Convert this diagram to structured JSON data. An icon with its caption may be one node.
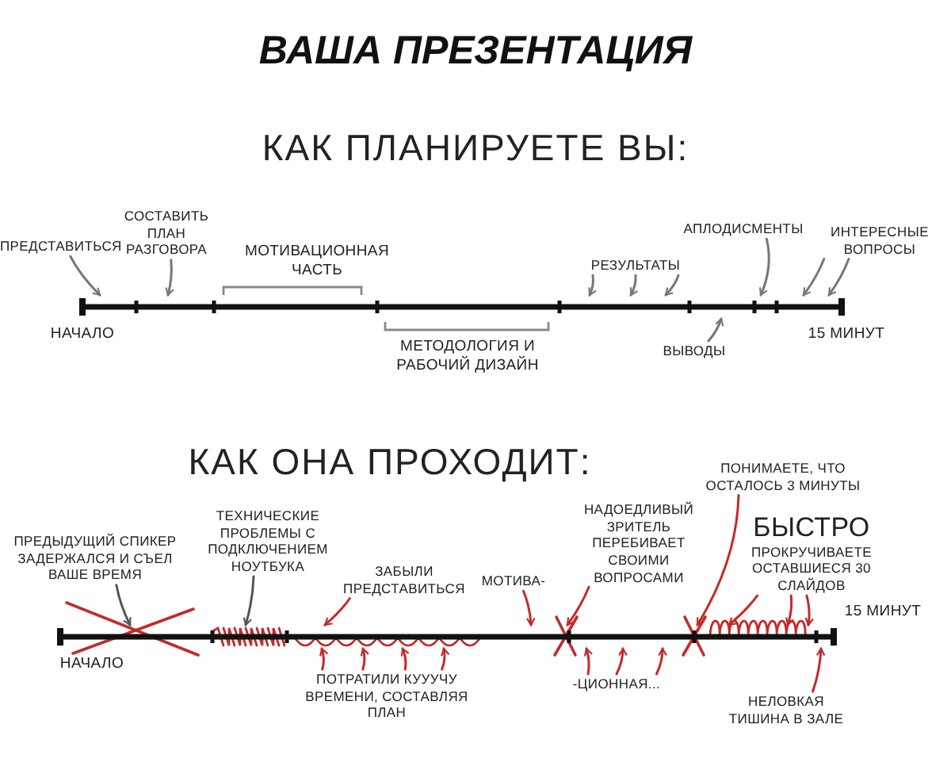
{
  "diagram": {
    "title": "ВАША ПРЕЗЕНТАЦИЯ",
    "nodes": [
      {
        "text": [],
        "shape": "bar"
      },
      {
        "text": [
          "ПРЕДСТАВИТЬСЯ"
        ]
      },
      {
        "text": [
          "СОСТАВИТЬ ПЛАН РАЗГОВОРА"
        ]
      },
      {
        "text": [
          "РЕЗУЛЬТАТЫ"
        ]
      },
      {
        "text": [
          "ВЫВОДЫ"
        ]
      },
      {
        "text": [
          "АПЛОДИСМЕНТЫ"
        ]
      },
      {
        "text": [
          "ИНТЕРЕСНЫЕ ВОПРОСЫ"
        ]
      },
      {
        "text": [],
        "shape": "bar"
      },
      {
        "text": [
          "ПРЕДЫДУЩИЙ СПИКЕР ЗАДЕРЖАЛСЯ И СЪЕЛ ВАШЕ ВРЕМЯ"
        ]
      },
      {
        "text": [
          "ТЕХНИЧЕСКИЕ ПРОБЛЕМЫ С ПОДКЛЮЧЕНИЕМ НОУТБУКА"
        ]
      },
      {
        "text": [
          "ЗАБЫЛИ ПРЕДСТАВИТЬСЯ"
        ]
      },
      {
        "text": [
          "МОТИВА-"
        ]
      },
      {
        "text": [
          "ПОТРАТИЛИ КУУУЧУ ВРЕМЕНИ, СОСТАВЛЯЯ ПЛАН"
        ]
      },
      {
        "text": [
          "НАДОЕДЛИВЫЙ ЗРИТЕЛЬ ПЕРЕБИВАЕТ СВОИМИ ВОПРОСАМИ"
        ]
      },
      {
        "text": [
          "-ЦИОННАЯ..."
        ]
      },
      {
        "text": [
          "ПОНИМАЕТЕ, ЧТО ОСТАЛОСЬ 3 МИНУТЫ"
        ]
      },
      {
        "text": [
          "БЫСТРО",
          "ПРОКРУЧИВАЕТЕ ОСТАВШИЕСЯ 30 СЛАЙДОВ"
        ]
      },
      {
        "text": [
          "НЕЛОВКАЯ ТИШИНА В ЗАЛЕ"
        ]
      }
    ],
    "edges": [
      {
        "from": 1,
        "to": 0,
        "arrow": "to",
        "color": "#777777"
      },
      {
        "from": 2,
        "to": 0,
        "arrow": "to",
        "color": "#777777"
      },
      {
        "from": 3,
        "to": 0,
        "arrow": "to",
        "color": "#777777"
      },
      {
        "from": 3,
        "to": 0,
        "arrow": "to",
        "color": "#777777"
      },
      {
        "from": 3,
        "to": 0,
        "arrow": "to",
        "color": "#777777"
      },
      {
        "from": 4,
        "to": 0,
        "arrow": "to",
        "color": "#777777"
      },
      {
        "from": 5,
        "to": 0,
        "arrow": "to",
        "color": "#777777"
      },
      {
        "from": 6,
        "to": 0,
        "arrow": "to",
        "color": "#777777"
      },
      {
        "from": 6,
        "to": 0,
        "arrow": "to",
        "color": "#777777"
      },
      {
        "from": 8,
        "to": 7,
        "arrow": "to",
        "color": "#555555"
      },
      {
        "from": 9,
        "to": 7,
        "arrow": "to",
        "color": "#555555"
      },
      {
        "from": 10,
        "to": 7,
        "arrow": "to"
      },
      {
        "from": 11,
        "to": 7,
        "arrow": "to"
      },
      {
        "from": 12,
        "to": 7,
        "arrow": "to"
      },
      {
        "from": 12,
        "to": 7,
        "arrow": "to"
      },
      {
        "from": 12,
        "to": 7,
        "arrow": "to"
      },
      {
        "from": 12,
        "to": 7,
        "arrow": "to"
      },
      {
        "from": 13,
        "to": 7,
        "arrow": "to"
      },
      {
        "from": 14,
        "to": 7,
        "arrow": "to"
      },
      {
        "from": 14,
        "to": 7,
        "arrow": "to"
      },
      {
        "from": 14,
        "to": 7,
        "arrow": "to"
      },
      {
        "from": 15,
        "to": 7,
        "arrow": "to"
      },
      {
        "from": 16,
        "to": 7,
        "arrow": "to"
      },
      {
        "from": 16,
        "to": 7,
        "arrow": "to"
      },
      {
        "from": 16,
        "to": 7,
        "arrow": "to"
      },
      {
        "from": 17,
        "to": 7,
        "arrow": "to"
      }
    ],
    "labels": [
      "КАК ПЛАНИРУЕТЕ ВЫ:",
      "МОТИВАЦИОННАЯ ЧАСТЬ",
      "НАЧАЛО",
      "МЕТОДОЛОГИЯ И РАБОЧИЙ ДИЗАЙН",
      "15 МИНУТ",
      "КАК ОНА ПРОХОДИТ:",
      "НАЧАЛО",
      "15 МИНУТ"
    ]
  }
}
